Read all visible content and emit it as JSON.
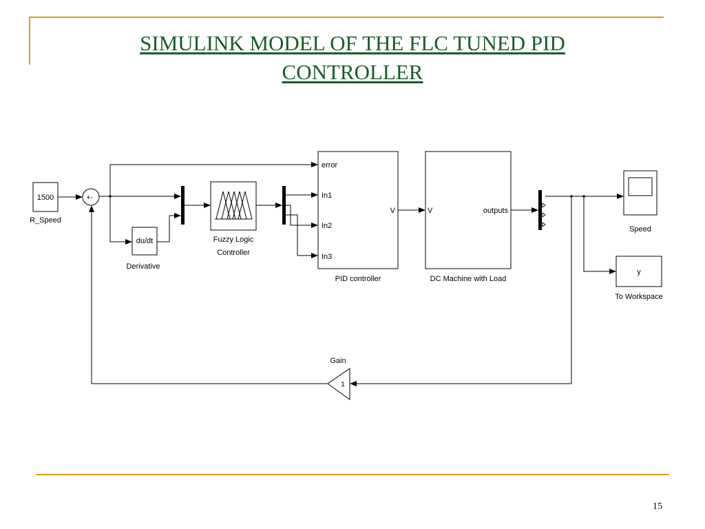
{
  "slide": {
    "title": "SIMULINK MODEL OF THE FLC TUNED PID CONTROLLER",
    "page_number": "15",
    "accent_color": "#d4a017",
    "title_color": "#1a5c2a"
  },
  "blocks": {
    "constant": {
      "value": "1500",
      "label": "R_Speed"
    },
    "sum": {
      "signs": "+-"
    },
    "derivative": {
      "text": "du/dt",
      "label": "Derivative"
    },
    "fuzzy": {
      "label_line1": "Fuzzy Logic",
      "label_line2": "Controller"
    },
    "pid": {
      "in_error": "error",
      "in_1": "In1",
      "in_2": "In2",
      "in_3": "In3",
      "out_v": "V",
      "label": "PID controller"
    },
    "dc_machine": {
      "in_v": "V",
      "out": "outputs",
      "label": "DC Machine with Load"
    },
    "scope": {
      "label": "Speed"
    },
    "workspace": {
      "text": "y",
      "label": "To Workspace"
    },
    "gain": {
      "value": "1",
      "label": "Gain"
    }
  }
}
